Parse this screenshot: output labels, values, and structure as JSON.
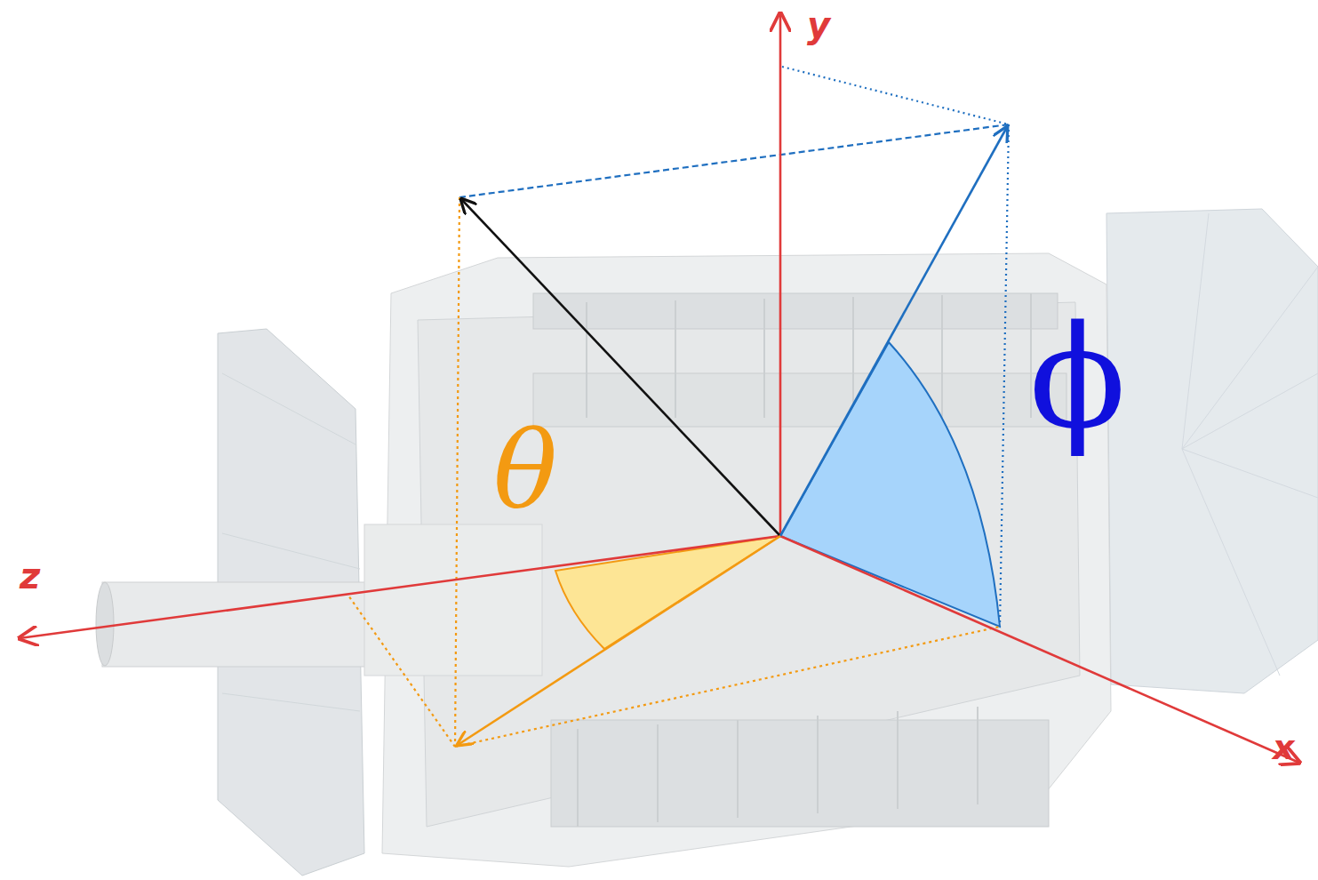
{
  "diagram": {
    "labels": [
      "y",
      "z",
      "x",
      "θ",
      "ϕ"
    ]
  }
}
